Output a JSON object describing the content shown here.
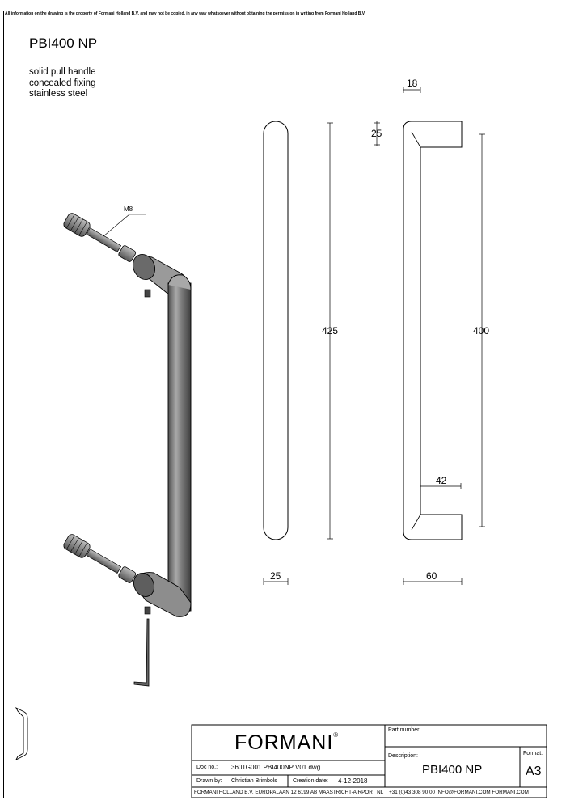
{
  "notice": "All information on the drawing is the property of Formani Holland B.V. and may not be copied, in any way whatsoever without obtaining the permission in writing from Formani Holland B.V.",
  "product": {
    "title": "PBI400 NP",
    "description": [
      "solid pull handle",
      "concealed fixing",
      "stainless steel"
    ]
  },
  "callouts": {
    "thread": "M8"
  },
  "dimensions": {
    "front_length": "425",
    "front_width": "25",
    "side_wall": "18",
    "side_corner": "25",
    "centre_distance": "400",
    "inner_depth": "42",
    "projection": "60"
  },
  "title_block": {
    "logo": "FORMANI",
    "logo_mark": "®",
    "doc_no_label": "Doc no.:",
    "doc_no": "3601G001 PBI400NP V01.dwg",
    "drawn_by_label": "Drawn by:",
    "drawn_by": "Christian Brimbols",
    "creation_date_label": "Creation date:",
    "creation_date": "4-12-2018",
    "part_number_label": "Part number:",
    "description_label": "Description:",
    "description": "PBI400 NP",
    "format_label": "Format:",
    "format": "A3",
    "footer": "FORMANI HOLLAND B.V.  EUROPALAAN 12  6199 AB MAASTRICHT-AIRPORT NL  T +31 (0)43 308 90 00 INFO@FORMANI.COM FORMANI.COM"
  },
  "colors": {
    "line": "#000000",
    "metal_dark": "#5e5e5e",
    "metal_mid": "#8a8a8a",
    "metal_light": "#c4c4c4"
  }
}
